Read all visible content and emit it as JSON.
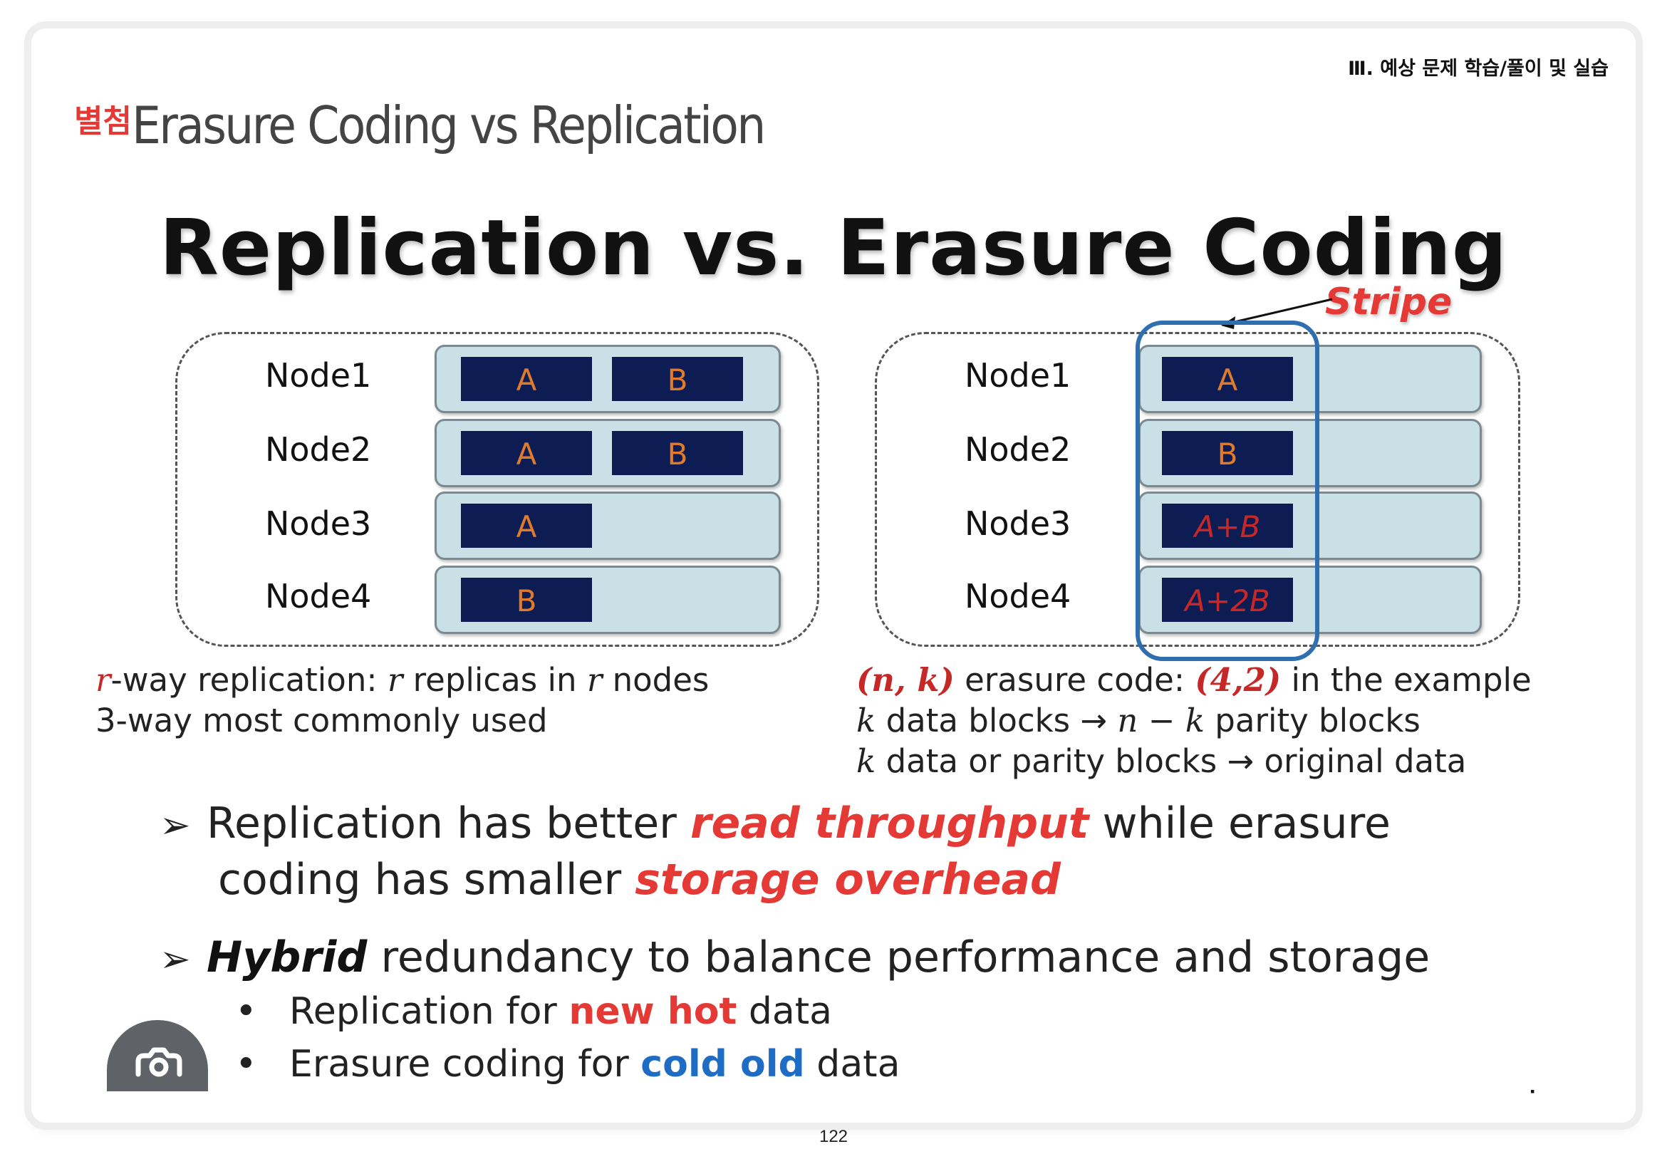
{
  "header": {
    "chapter": "Ⅲ. 예상 문제 학습/풀이 및 실습",
    "tag": "별첨",
    "title": "Erasure Coding vs Replication"
  },
  "slide": {
    "title": "Replication vs. Erasure Coding",
    "stripe_label": "Stripe",
    "replication": {
      "nodes": [
        {
          "label": "Node1",
          "blocks": [
            "A",
            "B"
          ]
        },
        {
          "label": "Node2",
          "blocks": [
            "A",
            "B"
          ]
        },
        {
          "label": "Node3",
          "blocks": [
            "A"
          ]
        },
        {
          "label": "Node4",
          "blocks": [
            "B"
          ]
        }
      ],
      "desc_line1_var": "r",
      "desc_line1_a": "-way replication: ",
      "desc_line1_b": " replicas in ",
      "desc_line1_c": " nodes",
      "desc_line2": "3-way most commonly used"
    },
    "erasure": {
      "nodes": [
        {
          "label": "Node1",
          "block": "A"
        },
        {
          "label": "Node2",
          "block": "B"
        },
        {
          "label": "Node3",
          "block": "A+B"
        },
        {
          "label": "Node4",
          "block": "A+2B"
        }
      ],
      "desc_line1_nk": "(n, k)",
      "desc_line1_a": " erasure code: ",
      "desc_line1_ex": "(4,2)",
      "desc_line1_b": " in the example",
      "desc_line2_k": "k",
      "desc_line2_a": " data blocks → ",
      "desc_line2_nk": "n − k",
      "desc_line2_b": " parity blocks",
      "desc_line3_k": "k",
      "desc_line3_a": " data or parity blocks → original data"
    },
    "bullets": {
      "b1_arrow": "➢",
      "b1_a": "Replication has better ",
      "b1_hl1": "read throughput",
      "b1_b": " while erasure",
      "b1_c": "coding has smaller ",
      "b1_hl2": "storage overhead",
      "b2_arrow": "➢",
      "b2_hl": "Hybrid",
      "b2_a": " redundancy to balance performance and storage",
      "sub1_dot": "•",
      "sub1_a": "Replication for ",
      "sub1_hl": "new hot",
      "sub1_b": " data",
      "sub2_dot": "•",
      "sub2_a": "Erasure coding for ",
      "sub2_hl": "cold old",
      "sub2_b": " data"
    }
  },
  "footer": {
    "page_number": "122"
  },
  "colors": {
    "accent_red": "#e53935",
    "accent_blue": "#1e6cc4",
    "block_navy": "#0d1c52",
    "row_bg": "#c9e0e6"
  }
}
